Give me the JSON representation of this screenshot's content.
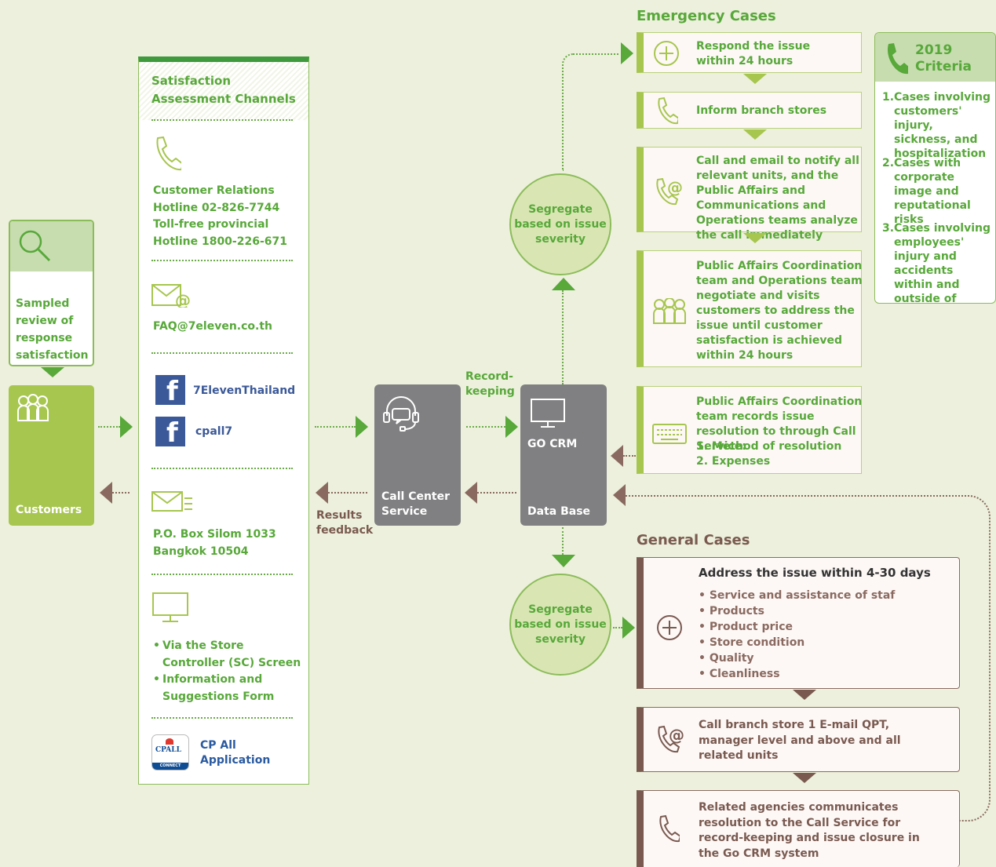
{
  "sampled": {
    "text": "Sampled review of response satisfaction"
  },
  "customers": {
    "label": "Customers"
  },
  "channels": {
    "title": "Satisfaction Assessment Channels",
    "phone": {
      "line1": "Customer Relations",
      "line2": "Hotline 02-826-7744",
      "line3": "Toll-free provincial",
      "line4": "Hotline 1800-226-671"
    },
    "email": {
      "address": "FAQ@7eleven.co.th"
    },
    "facebook": [
      {
        "name": "7ElevenThailand"
      },
      {
        "name": "cpall7"
      }
    ],
    "mail": {
      "line1": "P.O. Box Silom 1033",
      "line2": "Bangkok 10504"
    },
    "screen": {
      "bullet1": "Via the Store Controller (SC) Screen",
      "bullet2": "Information and Suggestions Form"
    },
    "app": {
      "line1": "CP All",
      "line2": "Application",
      "logo_text": "CPALL",
      "logo_sub": "CONNECT"
    }
  },
  "call_center": {
    "label_line1": "Call Center",
    "label_line2": "Service"
  },
  "gocrm": {
    "title": "GO CRM",
    "subtitle": "Data Base"
  },
  "labels": {
    "record_keeping_1": "Record-",
    "record_keeping_2": "keeping",
    "results_1": "Results",
    "results_2": "feedback"
  },
  "segregate": {
    "line1": "Segregate",
    "line2": "based on issue",
    "line3": "severity"
  },
  "emergency": {
    "title": "Emergency Cases",
    "steps": [
      {
        "text": "Respond the issue within 24 hours",
        "icon": "plus-circle-icon"
      },
      {
        "text": "Inform branch stores",
        "icon": "phone-icon"
      },
      {
        "text": "Call and email to notify all relevant units, and the Public Affairs and Communications and Operations teams analyze the call immediately",
        "icon": "phone-at-icon"
      },
      {
        "text": "Public Affairs Coordination team and Operations team negotiate and visits customers to address the issue until customer satisfaction is achieved within 24 hours",
        "icon": "people-icon"
      },
      {
        "text": "Public Affairs Coordination team records issue resolution to through Call Service:",
        "item1": "1. Method of resolution",
        "item2": "2. Expenses",
        "icon": "keyboard-icon"
      }
    ]
  },
  "criteria": {
    "year": "2019",
    "title": "Criteria",
    "items": [
      {
        "num": "1.",
        "text": "Cases involving customers' injury, sickness, and hospitalization"
      },
      {
        "num": "2.",
        "text": "Cases with corporate image and reputational risks"
      },
      {
        "num": "3.",
        "text": "Cases involving employees' injury and accidents within and outside of stores"
      }
    ]
  },
  "general": {
    "title": "General Cases",
    "box1": {
      "heading": "Address the issue within 4-30 days",
      "bullets": [
        "Service and assistance of staf",
        "Products",
        "Product price",
        "Store condition",
        "Quality",
        "Cleanliness"
      ]
    },
    "box2": {
      "text": "Call branch store 1 E-mail QPT, manager level and above and all related units"
    },
    "box3": {
      "text": "Related agencies communicates resolution to the Call Service for record-keeping and issue closure in the Go CRM system"
    }
  },
  "colors": {
    "green": "#58a83a",
    "lightgreen": "#a7c64f",
    "brown": "#7a5a50",
    "gray": "#808082",
    "bg": "#ecf0dc"
  }
}
